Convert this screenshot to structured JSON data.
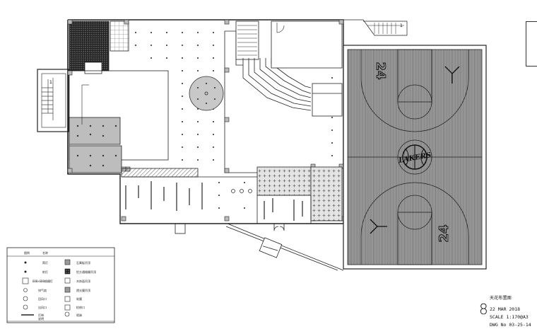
{
  "drawing": {
    "title": "天花布置图",
    "sheet_number": "8",
    "date": "22 MAR 2018",
    "scale": "SCALE 1:170@A3",
    "dwg_no": "DWG No 03-25-14"
  },
  "court": {
    "jersey_number": "24",
    "center_logo_text": "LAKERS"
  },
  "stairs": {
    "left_label": "1",
    "top_right_label": "1"
  },
  "legend": {
    "headers": [
      "图例",
      "名称"
    ],
    "rows": [
      {
        "left": "筒灯",
        "right": "石膏板吊顶"
      },
      {
        "left": "射灯",
        "right": "铝方通格栅吊顶"
      },
      {
        "left": "600×600格栅灯",
        "right": "木饰面吊顶"
      },
      {
        "left": "排气扇",
        "right": "透光膜吊顶"
      },
      {
        "left": "回风口",
        "right": "软膜"
      },
      {
        "left": "出风口",
        "right": "检修口"
      },
      {
        "left": "灯带",
        "right": "喷淋"
      },
      {
        "left": "说明",
        "right": ""
      }
    ]
  }
}
